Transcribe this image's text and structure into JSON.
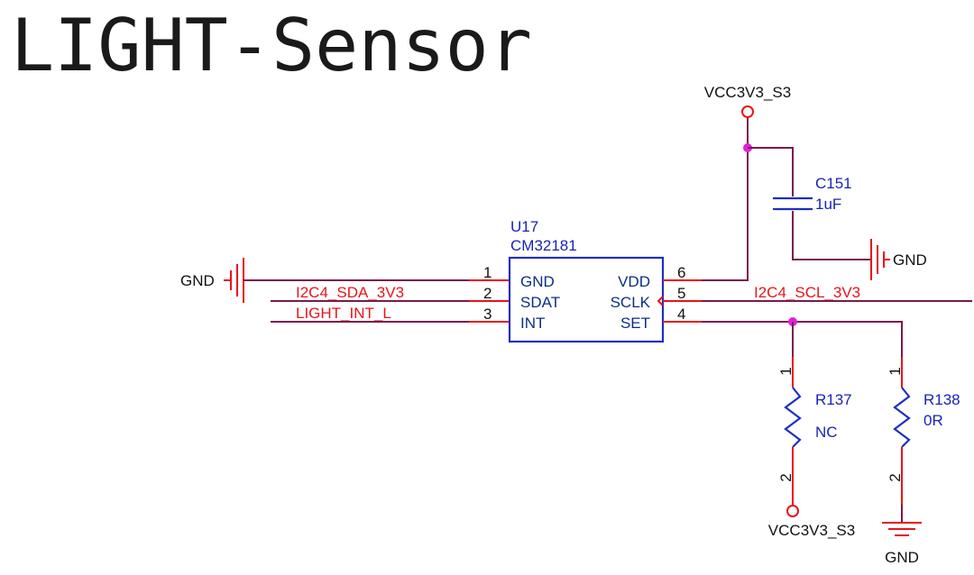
{
  "title": "LIGHT-Sensor",
  "ic": {
    "ref": "U17",
    "part": "CM32181",
    "pins_left": [
      {
        "num": "1",
        "name": "GND"
      },
      {
        "num": "2",
        "name": "SDAT"
      },
      {
        "num": "3",
        "name": "INT"
      }
    ],
    "pins_right": [
      {
        "num": "6",
        "name": "VDD"
      },
      {
        "num": "5",
        "name": "SCLK"
      },
      {
        "num": "4",
        "name": "SET"
      }
    ]
  },
  "nets": {
    "sda": "I2C4_SDA_3V3",
    "int": "LIGHT_INT_L",
    "scl": "I2C4_SCL_3V3"
  },
  "power": {
    "vcc_top": "VCC3V3_S3",
    "vcc_bottom": "VCC3V3_S3",
    "gnd_left": "GND",
    "gnd_cap": "GND",
    "gnd_bottom": "GND"
  },
  "capacitor": {
    "ref": "C151",
    "value": "1uF"
  },
  "resistors": [
    {
      "ref": "R137",
      "value": "NC",
      "pin_top": "1",
      "pin_bottom": "2"
    },
    {
      "ref": "R138",
      "value": "0R",
      "pin_top": "1",
      "pin_bottom": "2"
    }
  ],
  "colors": {
    "wire": "#7a1a4b",
    "pin_line": "#e8141a",
    "component": "#1f2fc0",
    "junction": "#e020e0"
  }
}
